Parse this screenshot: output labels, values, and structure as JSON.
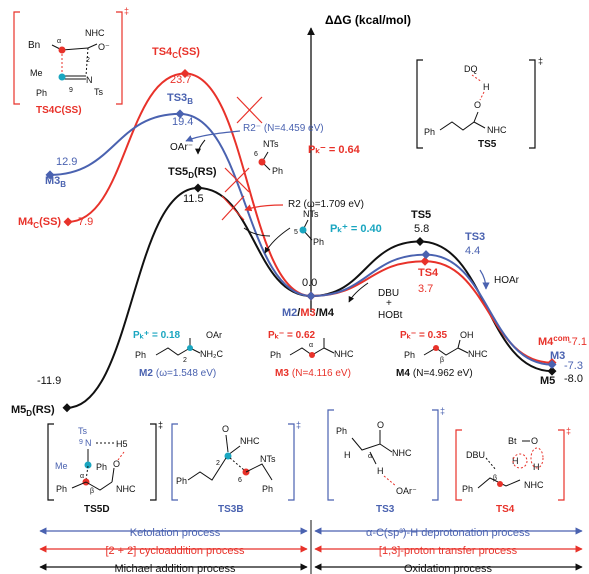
{
  "axis": {
    "title": "ΔΔG (kcal/mol)"
  },
  "colors": {
    "black": "#111111",
    "red": "#e8322a",
    "blue": "#4a62b0",
    "cyan": "#1aa6c0"
  },
  "chart_data": {
    "type": "line",
    "ylabel": "ΔΔG (kcal/mol)",
    "series": [
      {
        "name": "black",
        "color": "#111111",
        "points": [
          {
            "label": "M5D(RS)",
            "value": -11.9
          },
          {
            "label": "TS5D(RS)",
            "value": 11.5
          },
          {
            "label": "M2/M3/M4",
            "value": 0.0
          },
          {
            "label": "TS5",
            "value": 5.8
          },
          {
            "label": "M5",
            "value": -8.0
          }
        ]
      },
      {
        "name": "red",
        "color": "#e8322a",
        "points": [
          {
            "label": "M4C(SS)",
            "value": 7.9
          },
          {
            "label": "TS4C(SS)",
            "value": 23.7
          },
          {
            "label": "M2/M3/M4",
            "value": 0.0
          },
          {
            "label": "TS4",
            "value": 3.7
          },
          {
            "label": "M4com",
            "value": -7.1
          }
        ]
      },
      {
        "name": "blue",
        "color": "#4a62b0",
        "points": [
          {
            "label": "M3B",
            "value": 12.9
          },
          {
            "label": "TS3B",
            "value": 19.4
          },
          {
            "label": "M2/M3/M4",
            "value": 0.0
          },
          {
            "label": "TS3",
            "value": 4.4
          },
          {
            "label": "M3",
            "value": -7.3
          }
        ]
      }
    ]
  },
  "labels": {
    "ts4c": "TS4",
    "ts4c_sub": "C",
    "ts4c_tail": "(SS)",
    "ts4c_val": "23.7",
    "ts3b": "TS3",
    "ts3b_sub": "B",
    "ts3b_val": "19.4",
    "ts5d": "TS5",
    "ts5d_sub": "D",
    "ts5d_tail": "(RS)",
    "ts5d_val": "11.5",
    "m3b": "M3",
    "m3b_sub": "B",
    "m3b_val": "12.9",
    "m4c": "M4",
    "m4c_sub": "C",
    "m4c_tail": "(SS)",
    "m4c_val": "7.9",
    "m5d": "M5",
    "m5d_sub": "D",
    "m5d_tail": "(RS)",
    "m5d_val": "-11.9",
    "center_val": "0.0",
    "center_m2": "M2",
    "slash1": "/",
    "center_m3": "M3",
    "slash2": "/",
    "center_m4": "M4",
    "ts5": "TS5",
    "ts5_val": "5.8",
    "ts3": "TS3",
    "ts3_val": "4.4",
    "ts4": "TS4",
    "ts4_val": "3.7",
    "m4com": "M4",
    "m4com_sup": "com",
    "m4com_val": "-7.1",
    "m3": "M3",
    "m3_val": "-7.3",
    "m5": "M5",
    "m5_val": "-8.0"
  },
  "annotations": {
    "r2_minus": "R2⁻ (N=4.459 eV)",
    "oar_minus": "OAr⁻",
    "pk_064": "Pₖ⁻ = 0.64",
    "r2": "R2 (ω=1.709 eV)",
    "pk_040": "Pₖ⁺ = 0.40",
    "hoar": "HOAr",
    "dbu": "DBU",
    "plus": "+",
    "hobt": "HOBt",
    "nts_label": "NTs",
    "ph": "Ph",
    "atom6": "6",
    "atom5": "5"
  },
  "intermediates": {
    "m2": {
      "pk": "Pₖ⁺ = 0.18",
      "anion": "OAr",
      "name": "M2",
      "param": "(ω=1.548 eV)",
      "atom": "2",
      "nh2c": "NH₂C",
      "ph": "Ph"
    },
    "m3": {
      "pk": "Pₖ⁻ = 0.62",
      "name": "M3",
      "param": "(N=4.116 eV)",
      "nhc": "NHC",
      "ph": "Ph",
      "alpha": "α"
    },
    "m4": {
      "pk": "Pₖ⁻ = 0.35",
      "name": "M4",
      "param": "(N=4.962 eV)",
      "oh": "OH",
      "nhc": "NHC",
      "ph": "Ph",
      "beta": "β"
    }
  },
  "structures": {
    "ts4c": {
      "bn": "Bn",
      "nhc": "NHC",
      "o": "O⁻",
      "me": "Me",
      "ph": "Ph",
      "n": "N",
      "ts": "Ts",
      "n2": "2",
      "n9": "9",
      "alpha": "α",
      "caption": "TS4C(SS)"
    },
    "ts5": {
      "dq": "DQ",
      "h": "H",
      "o": "O",
      "ph": "Ph",
      "nhc": "NHC",
      "caption": "TS5"
    },
    "ts5d": {
      "ts": "Ts",
      "n": "N",
      "n9": "9",
      "h5": "H5",
      "me": "Me",
      "ph": "Ph",
      "ph2": "Ph",
      "o": "O",
      "nhc": "NHC",
      "alpha": "α",
      "beta": "β",
      "caption": "TS5D"
    },
    "ts3b": {
      "o": "O",
      "nhc": "NHC",
      "ph": "Ph",
      "nts": "NTs",
      "n2": "2",
      "n6": "6",
      "caption": "TS3B"
    },
    "ts3": {
      "ph": "Ph",
      "h": "H",
      "h2": "H",
      "alpha": "α",
      "o": "O",
      "nhc": "NHC",
      "oar": "OAr⁻",
      "caption": "TS3"
    },
    "ts4": {
      "dbu": "DBU",
      "bt": "Bt",
      "o": "O",
      "h": "H",
      "h2": "H",
      "ph": "Ph",
      "beta": "β",
      "nhc": "NHC",
      "caption": "TS4"
    }
  },
  "processes": {
    "ketolation": "Ketolation process",
    "deprotonation": "α-C(sp³)-H deprotonation process",
    "cycloaddition": "[2 + 2] cycloaddition process",
    "proton_transfer": "[1,3]-proton transfer process",
    "michael": "Michael addition process",
    "oxidation": "Oxidation process"
  }
}
